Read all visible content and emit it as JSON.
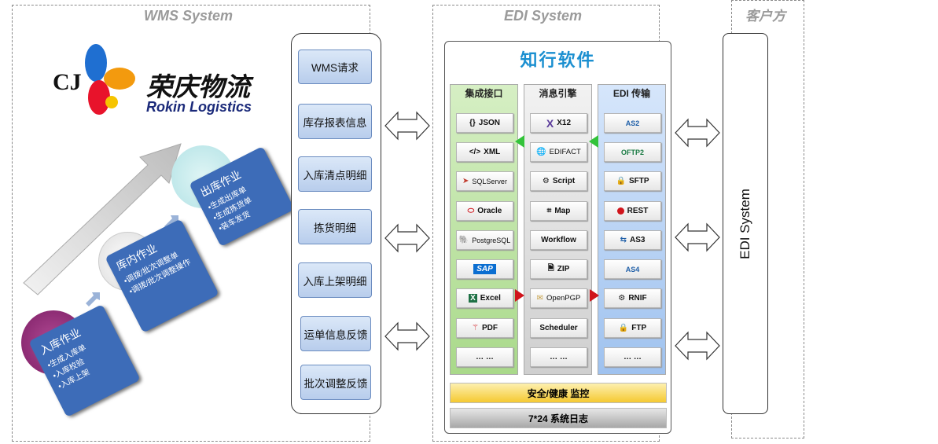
{
  "sections": {
    "wms_title": "WMS System",
    "edi_title": "EDI System",
    "customer_title": "客户方"
  },
  "logo": {
    "cj": "CJ",
    "cn_name": "荣庆物流",
    "en_name": "Rokin Logistics",
    "colors": [
      "#e8132b",
      "#f39a0e",
      "#1f6fd1",
      "#f6c400"
    ]
  },
  "process_cards": [
    {
      "title": "入库作业",
      "items": [
        "•生成入库单",
        "•入库校验",
        "•入库上架"
      ]
    },
    {
      "title": "库内作业",
      "items": [
        "•调拨/批次调整单",
        "•调拨/批次调整操作"
      ]
    },
    {
      "title": "出库作业",
      "items": [
        "•生成出库单",
        "•生成拣货单",
        "•装车发货"
      ]
    }
  ],
  "messages": [
    "WMS请求",
    "库存报表信息",
    "入库清点明细",
    "拣货明细",
    "入库上架明细",
    "运单信息反馈",
    "批次调整反馈"
  ],
  "edi": {
    "title": "知行软件",
    "integration": {
      "title": "集成接口",
      "items": [
        {
          "label": "JSON",
          "icon": "json-icon"
        },
        {
          "label": "XML",
          "icon": "xml-icon"
        },
        {
          "label": "SQLServer",
          "icon": "sqlserver-icon"
        },
        {
          "label": "Oracle",
          "icon": "oracle-icon"
        },
        {
          "label": "PostgreSQL",
          "icon": "postgresql-icon"
        },
        {
          "label": "SAP",
          "icon": "sap-icon"
        },
        {
          "label": "Excel",
          "icon": "excel-icon"
        },
        {
          "label": "PDF",
          "icon": "pdf-icon"
        },
        {
          "label": "… …",
          "icon": ""
        }
      ]
    },
    "engine": {
      "title": "消息引擎",
      "items": [
        {
          "label": "X12",
          "icon": "x12-icon"
        },
        {
          "label": "EDIFACT",
          "icon": "globe-icon"
        },
        {
          "label": "Script",
          "icon": "gears-icon"
        },
        {
          "label": "Map",
          "icon": "map-icon"
        },
        {
          "label": "Workflow",
          "icon": ""
        },
        {
          "label": "ZIP",
          "icon": "zip-icon"
        },
        {
          "label": "OpenPGP",
          "icon": "envelope-icon"
        },
        {
          "label": "Scheduler",
          "icon": ""
        },
        {
          "label": "… …",
          "icon": ""
        }
      ]
    },
    "transport": {
      "title": "EDI 传输",
      "items": [
        {
          "label": "AS2",
          "icon": "as2-icon"
        },
        {
          "label": "OFTP2",
          "icon": "oftp2-icon"
        },
        {
          "label": "SFTP",
          "icon": "lock-icon"
        },
        {
          "label": "REST",
          "icon": "rest-icon"
        },
        {
          "label": "AS3",
          "icon": "as3-icon"
        },
        {
          "label": "AS4",
          "icon": "as4-icon"
        },
        {
          "label": "RNIF",
          "icon": "gears-icon"
        },
        {
          "label": "FTP",
          "icon": "lock-icon"
        },
        {
          "label": "… …",
          "icon": ""
        }
      ]
    },
    "security_bar": "安全/健康 监控",
    "log_bar": "7*24 系统日志"
  },
  "customer_system": "EDI System"
}
